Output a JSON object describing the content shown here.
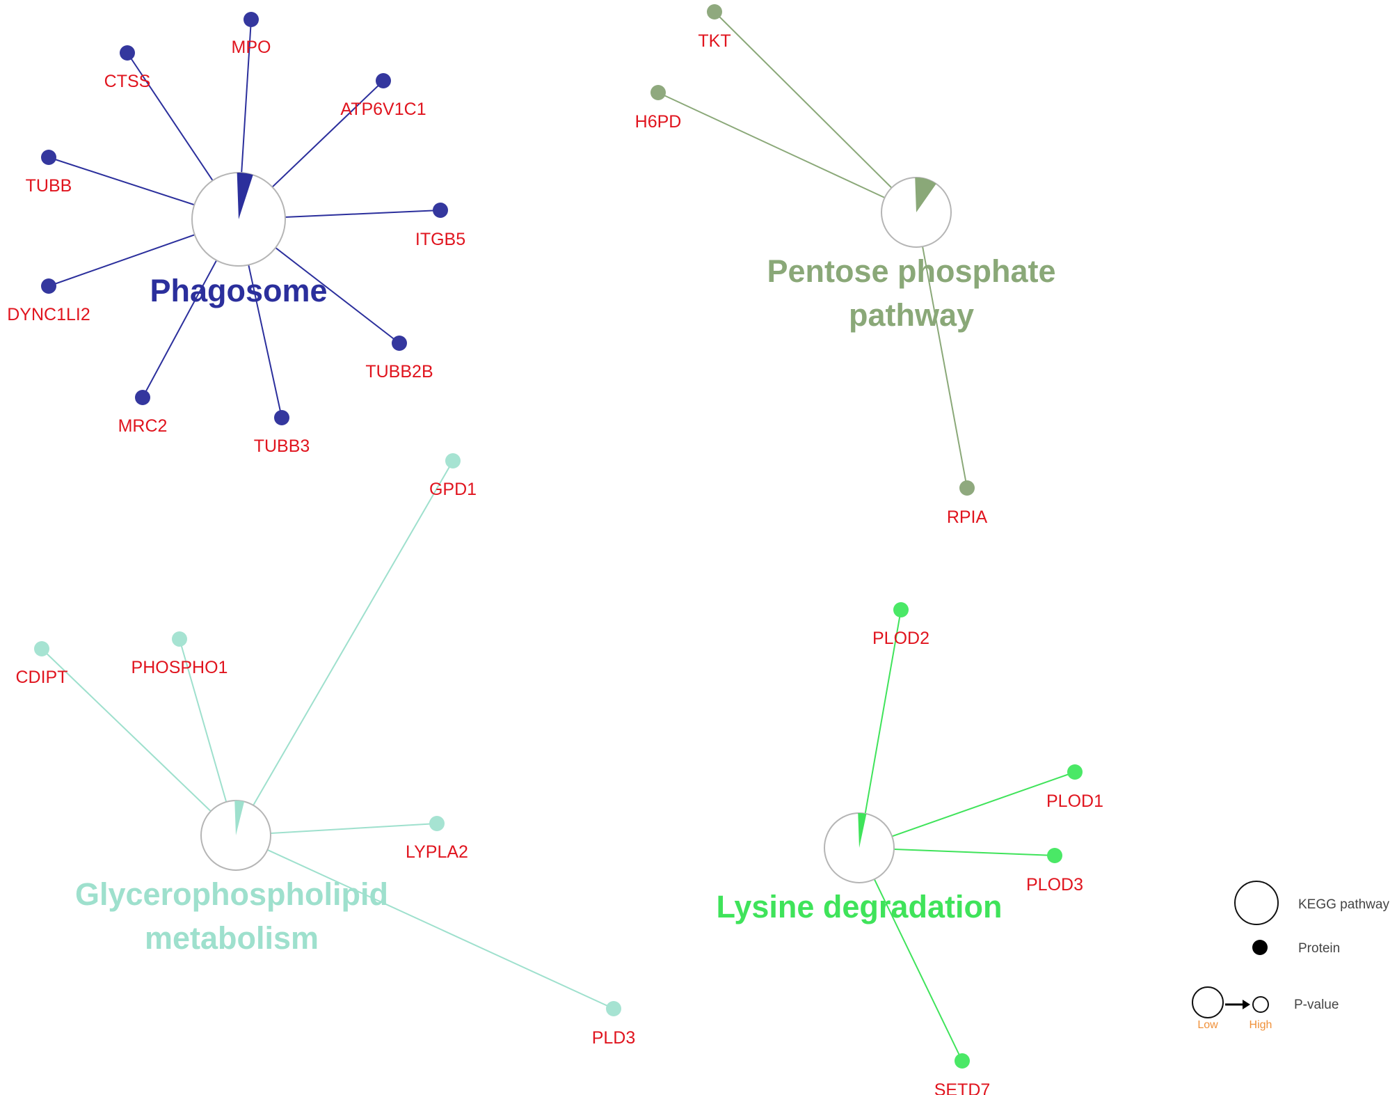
{
  "pathways": [
    {
      "id": "phagosome",
      "label_lines": [
        "Phagosome"
      ],
      "color": "#2b2f9c",
      "node_color": "#34379e",
      "proteins": [
        "MPO",
        "CTSS",
        "ATP6V1C1",
        "TUBB",
        "ITGB5",
        "DYNC1LI2",
        "TUBB2B",
        "MRC2",
        "TUBB3"
      ]
    },
    {
      "id": "pentose-phosphate",
      "label_lines": [
        "Pentose phosphate",
        "pathway"
      ],
      "color": "#8aa878",
      "node_color": "#8fa97e",
      "proteins": [
        "TKT",
        "H6PD",
        "RPIA"
      ]
    },
    {
      "id": "glycerophospholipid",
      "label_lines": [
        "Glycerophospholipid",
        "metabolism"
      ],
      "color": "#9ee0cd",
      "node_color": "#a6e3d2",
      "proteins": [
        "GPD1",
        "CDIPT",
        "PHOSPHO1",
        "LYPLA2",
        "PLD3"
      ]
    },
    {
      "id": "lysine-degradation",
      "label_lines": [
        "Lysine degradation"
      ],
      "color": "#3fe35a",
      "node_color": "#4ae866",
      "proteins": [
        "PLOD2",
        "PLOD1",
        "PLOD3",
        "SETD7"
      ]
    }
  ],
  "legend": {
    "pathway_label": "KEGG pathway",
    "protein_label": "Protein",
    "pvalue_label": "P-value",
    "low_label": "Low",
    "high_label": "High"
  },
  "colors": {
    "protein_label": "#e0141e",
    "hub_outline": "#b5b5b5",
    "legend_low_high": "#f0913a"
  }
}
